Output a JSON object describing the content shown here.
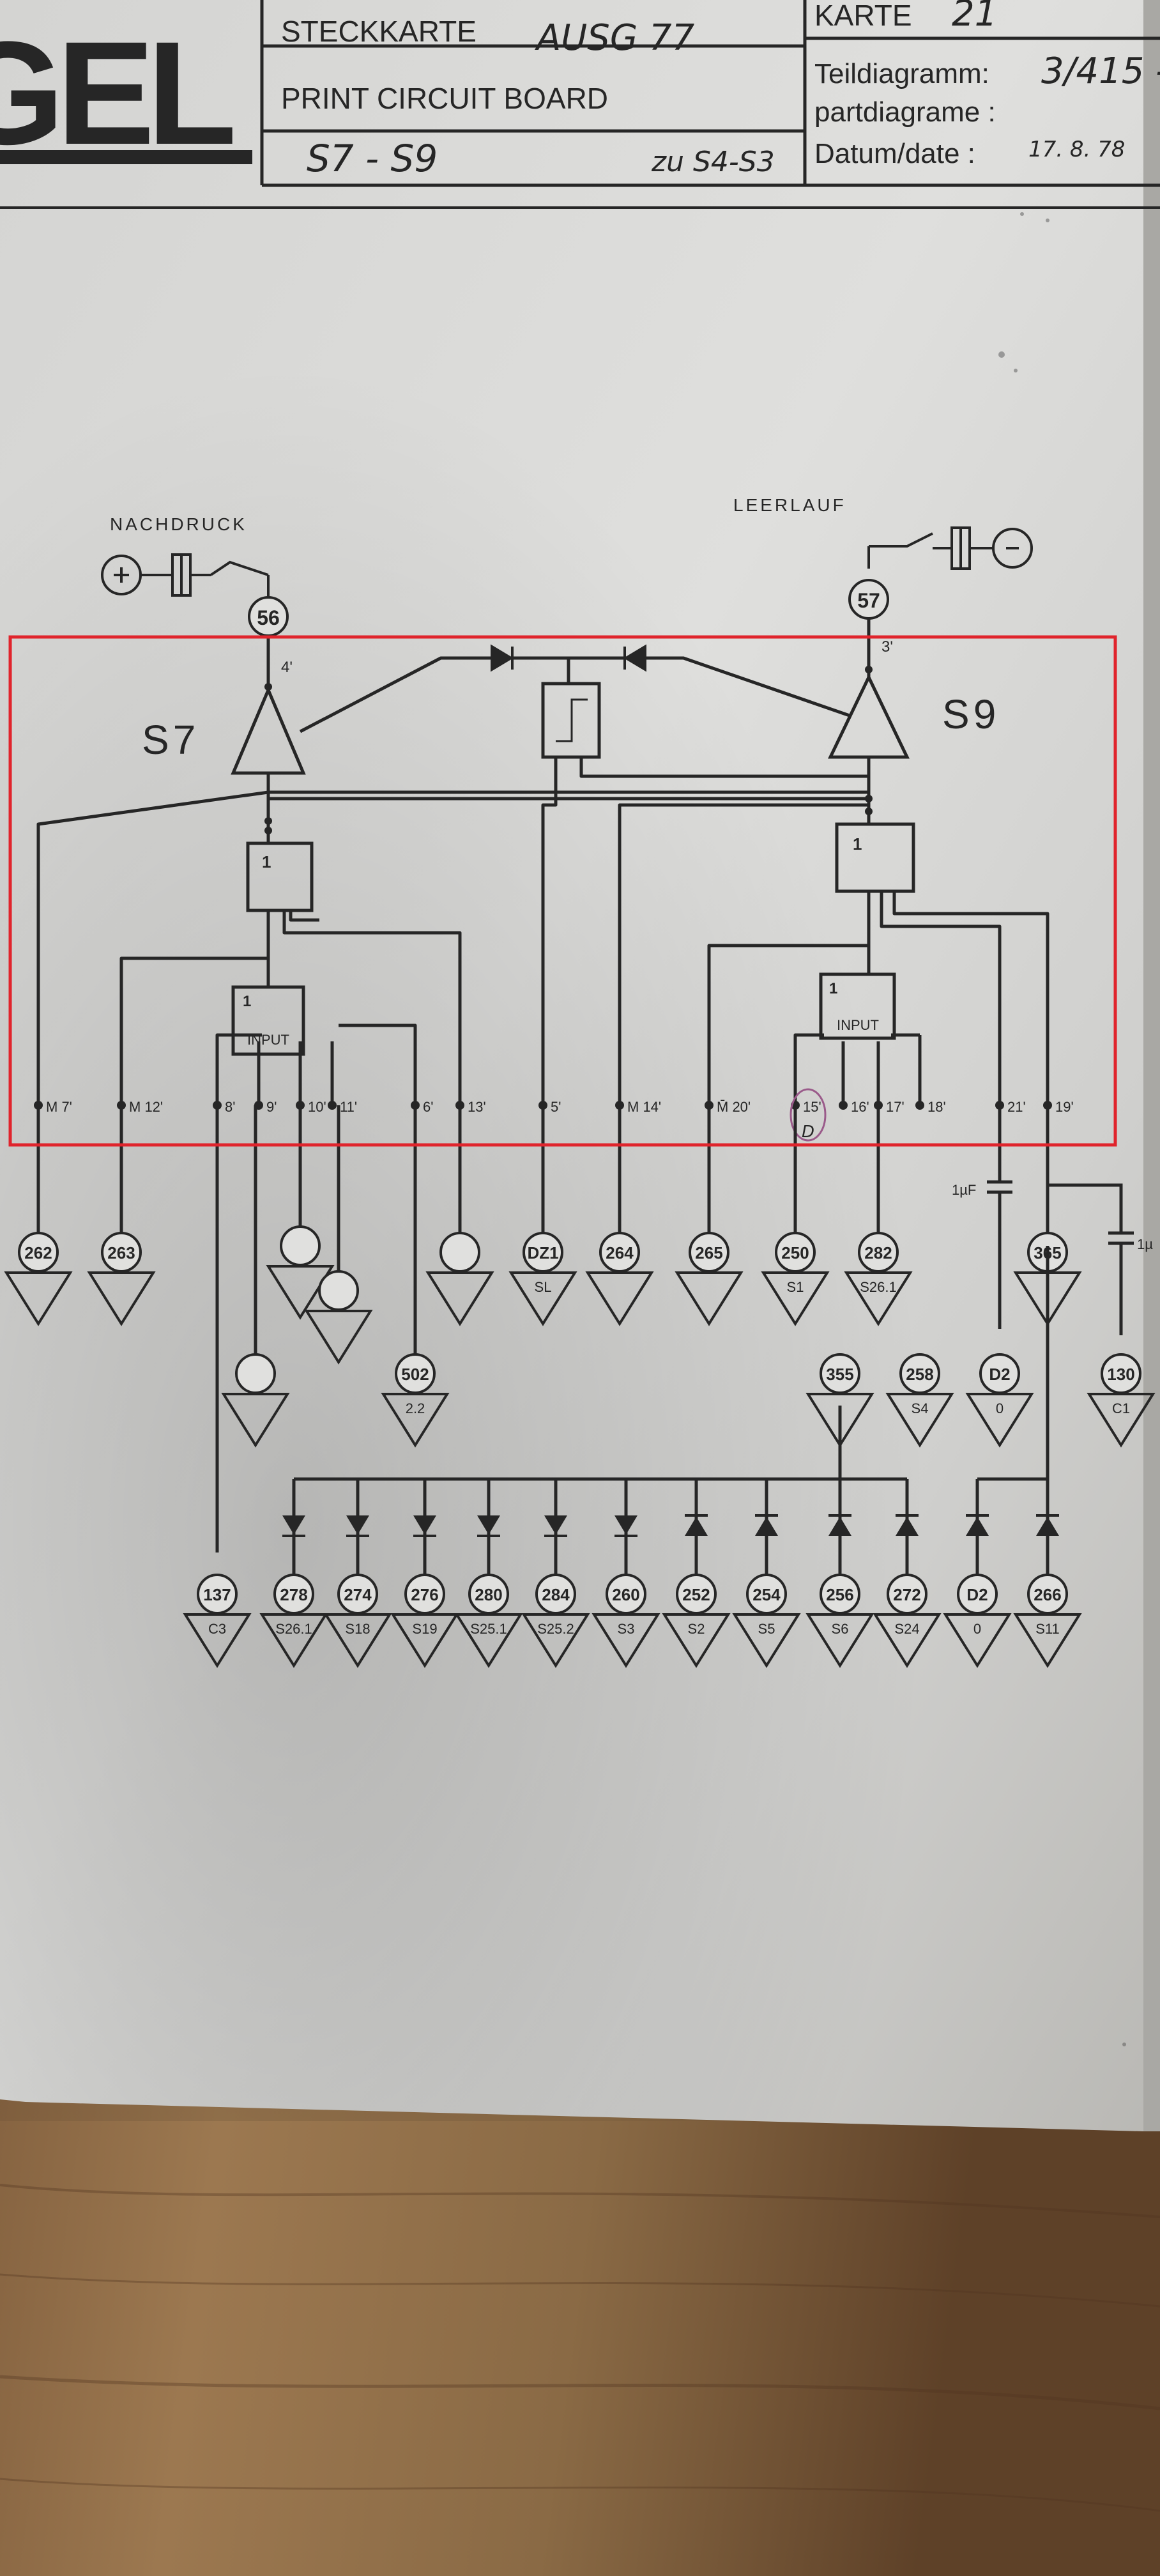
{
  "header": {
    "logo_fragment": "IGEL",
    "card_type_label": "STECKKARTE",
    "card_type_value": "AUSG 77",
    "card_type_label_en": "PRINT CIRCUIT BOARD",
    "card_name": "S7 - S9",
    "card_reference": "zu S4-S3",
    "karte_label": "KARTE",
    "karte_value": "21",
    "partdiagram_label_de": "Teildiagramm:",
    "partdiagram_value": "3/415 -",
    "partdiagram_label_fr": "partdiagrame :",
    "date_label": "Datum/date :",
    "date_value": "17. 8. 78"
  },
  "diagram": {
    "top_labels": {
      "left": "NACHDRUCK",
      "right": "LEERLAUF"
    },
    "amplifier_labels": [
      "S7",
      "S9"
    ],
    "input_nodes": {
      "left": "56",
      "right": "57"
    },
    "output_pin_labels": {
      "left": "4'",
      "right": "3'"
    },
    "gate_label": "1",
    "input_block_label": "INPUT",
    "capacitor_label": "1µF",
    "capacitor_label_partial": "1µ",
    "pins": [
      {
        "id": "pin-7",
        "label": "M 7'"
      },
      {
        "id": "pin-12",
        "label": "M 12'"
      },
      {
        "id": "pin-8",
        "label": "8'"
      },
      {
        "id": "pin-9",
        "label": "9'"
      },
      {
        "id": "pin-10",
        "label": "10'"
      },
      {
        "id": "pin-11",
        "label": "11'"
      },
      {
        "id": "pin-6",
        "label": "6'"
      },
      {
        "id": "pin-13",
        "label": "13'"
      },
      {
        "id": "pin-5",
        "label": "5'"
      },
      {
        "id": "pin-14",
        "label": "M 14'"
      },
      {
        "id": "pin-20",
        "label": "M̄ 20'"
      },
      {
        "id": "pin-15",
        "label": "15'"
      },
      {
        "id": "pin-16",
        "label": "16'"
      },
      {
        "id": "pin-17",
        "label": "17'"
      },
      {
        "id": "pin-18",
        "label": "18'"
      },
      {
        "id": "pin-21",
        "label": "21'"
      },
      {
        "id": "pin-19",
        "label": "19'"
      }
    ],
    "annotation_d": "D",
    "row1_nodes": [
      {
        "num": "262",
        "tag": ""
      },
      {
        "num": "263",
        "tag": ""
      },
      {
        "num": "DZ1",
        "tag": "SL"
      },
      {
        "num": "264",
        "tag": ""
      },
      {
        "num": "265",
        "tag": ""
      },
      {
        "num": "250",
        "tag": "S1"
      },
      {
        "num": "282",
        "tag": "S26.1"
      },
      {
        "num": "365",
        "tag": ""
      }
    ],
    "row2_nodes": [
      {
        "num": "502",
        "tag": "2.2"
      },
      {
        "num": "355",
        "tag": ""
      },
      {
        "num": "258",
        "tag": "S4"
      },
      {
        "num": "D2",
        "tag": "0"
      },
      {
        "num": "130",
        "tag": "C1"
      }
    ],
    "bottom_nodes": [
      {
        "num": "137",
        "tag": "C3"
      },
      {
        "num": "278",
        "tag": "S26.1"
      },
      {
        "num": "274",
        "tag": "S18"
      },
      {
        "num": "276",
        "tag": "S19"
      },
      {
        "num": "280",
        "tag": "S25.1"
      },
      {
        "num": "284",
        "tag": "S25.2"
      },
      {
        "num": "260",
        "tag": "S3"
      },
      {
        "num": "252",
        "tag": "S2"
      },
      {
        "num": "254",
        "tag": "S5"
      },
      {
        "num": "256",
        "tag": "S6"
      },
      {
        "num": "272",
        "tag": "S24"
      },
      {
        "num": "D2",
        "tag": "0"
      },
      {
        "num": "266",
        "tag": "S11"
      }
    ]
  },
  "highlight": {
    "color": "#e0242c"
  },
  "colors": {
    "paper": "#dcdcdc",
    "ink": "#262626",
    "table": "#8a6a45"
  }
}
